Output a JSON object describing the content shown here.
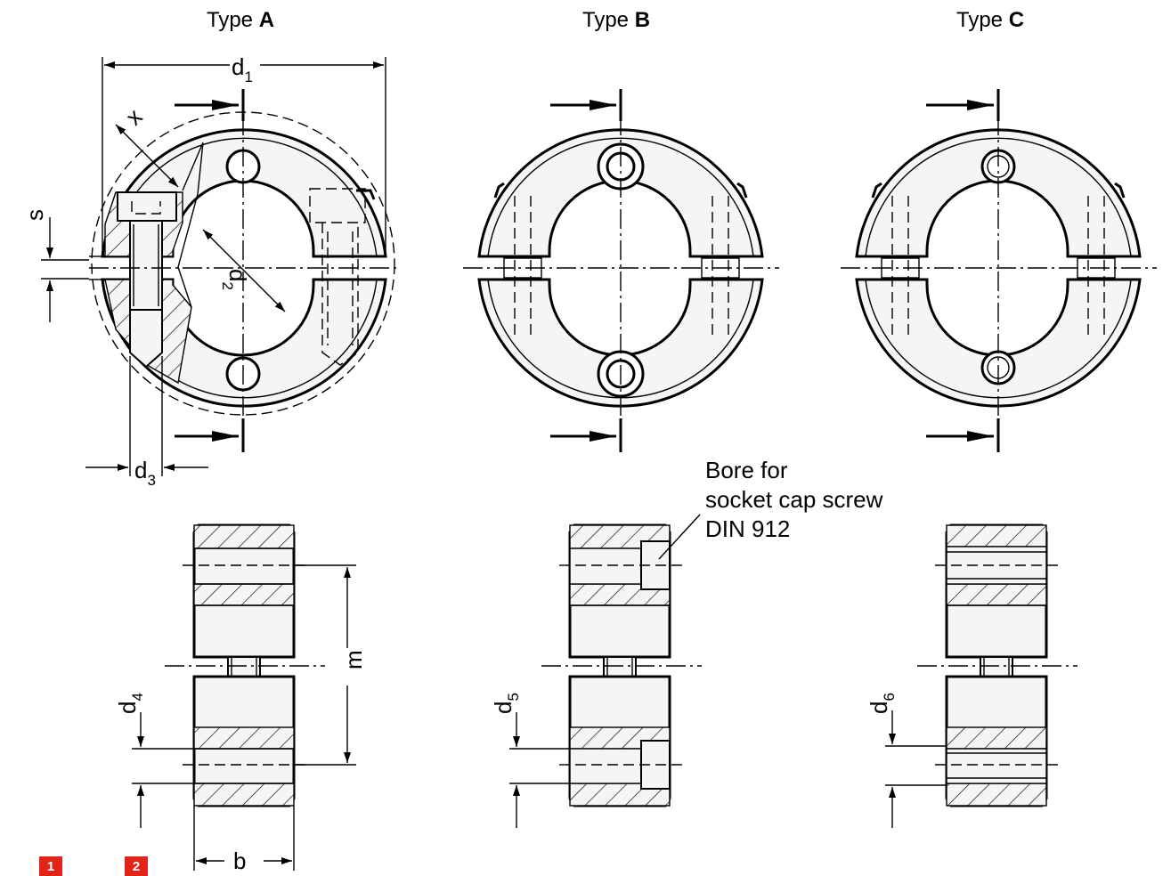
{
  "titles": {
    "type_a_prefix": "Type ",
    "type_a_letter": "A",
    "type_b_prefix": "Type ",
    "type_b_letter": "B",
    "type_c_prefix": "Type ",
    "type_c_letter": "C"
  },
  "dimensions": {
    "d1": "d",
    "d1_sub": "1",
    "d2": "d",
    "d2_sub": "2",
    "d3": "d",
    "d3_sub": "3",
    "d4": "d",
    "d4_sub": "4",
    "d5": "d",
    "d5_sub": "5",
    "d6": "d",
    "d6_sub": "6",
    "x": "x",
    "s": "s",
    "m": "m",
    "b": "b"
  },
  "annotation": {
    "line1": "Bore for",
    "line2": "socket cap screw",
    "line3": "DIN 912"
  },
  "page_badges": [
    "1",
    "2"
  ],
  "colors": {
    "badge": "#e2231a",
    "part_fill": "#f5f5f5",
    "line": "#000000"
  }
}
